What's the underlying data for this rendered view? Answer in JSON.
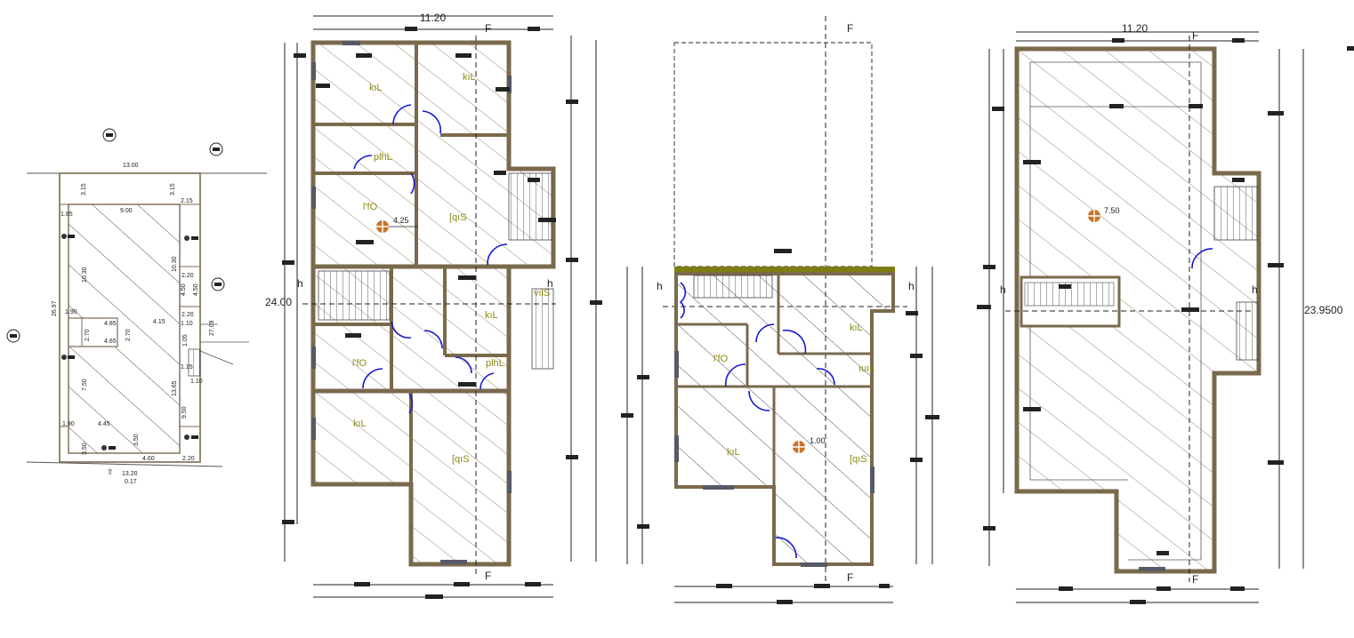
{
  "colors": {
    "wall": "#7a6a4c",
    "hatch": "#8c7c5e",
    "door": "#1a1ad0",
    "room_label": "#8a8a14",
    "slab_edge": "#7d7d14",
    "marker": "#c8742c"
  },
  "site_plan": {
    "top_width": "13.00",
    "inner_top_left": "3.15",
    "inner_top_right": "3.15",
    "right_top": "2.15",
    "left_top": "1.85",
    "plot_width": "9.00",
    "left_depth": "10.30",
    "right_depth": "10.30",
    "right_upper": "2.20",
    "right_mid": "4.50",
    "right_mid2": "4.50",
    "left_lower": "1.90",
    "room_w1": "4.85",
    "room_w2": "4.15",
    "room_h1": "2.70",
    "room_w3": "4.65",
    "room_h2": "2.70",
    "total_depth": "26.97",
    "right_total": "27.09",
    "right_small": "2.20",
    "right_small2": "1.10",
    "right_small3": "1.05",
    "right_small4": "1.15",
    "lower_left": "7.50",
    "lower_right": "13.65",
    "lower_right2": "9.50",
    "bottom_left_h": "1.90",
    "bottom_w": "4.45",
    "gate_left": "3.50",
    "gate_right": "3.50",
    "gate_w": "4.60",
    "bottom_right": "2.20",
    "road_w": "13.20",
    "road_sub": "0.17"
  },
  "plan1": {
    "width": "11.20",
    "height": "24.00",
    "section_label": "F",
    "section_side": "h",
    "level": "4.25",
    "rooms": [
      "kıL",
      "kıL",
      "plhL",
      "l'fO",
      "[qıS",
      "kıL",
      "l'fO",
      "plhL",
      "kıL",
      "[qıS",
      "vılS"
    ]
  },
  "plan2": {
    "section_label": "F",
    "section_side": "h",
    "level": "1.00",
    "rooms": [
      "kıL",
      "l'fO",
      "ıuıL",
      "kıL",
      "[qıS"
    ]
  },
  "plan3": {
    "width": "11.20",
    "height": "23.9500",
    "section_label": "F",
    "section_side": "h",
    "level": "7.50"
  }
}
